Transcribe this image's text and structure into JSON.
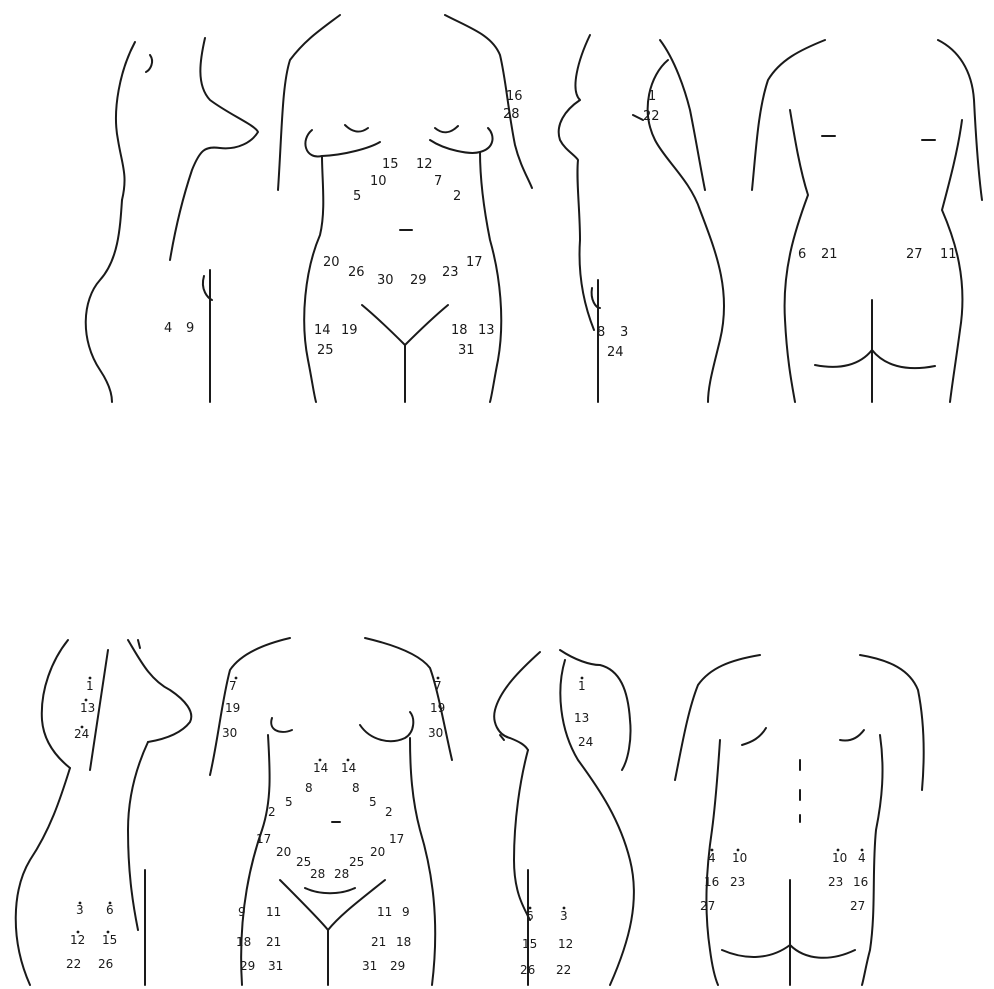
{
  "diagram": {
    "top_row": {
      "left_side_view": [
        "4",
        "9"
      ],
      "front_view": [
        "16",
        "28",
        "15",
        "12",
        "10",
        "7",
        "5",
        "2",
        "20",
        "17",
        "26",
        "30",
        "29",
        "23",
        "14",
        "19",
        "18",
        "13",
        "25",
        "31"
      ],
      "right_side_view": [
        "1",
        "22",
        "8",
        "3",
        "24"
      ],
      "back_view": [
        "6",
        "21",
        "27",
        "11"
      ]
    },
    "bottom_row": {
      "left_side_view": [
        "1",
        "13",
        "24",
        "3",
        "6",
        "12",
        "15",
        "22",
        "26"
      ],
      "front_view": [
        "7",
        "19",
        "30",
        "7",
        "19",
        "30",
        "14",
        "14",
        "8",
        "8",
        "2",
        "5",
        "5",
        "2",
        "17",
        "20",
        "25",
        "28",
        "28",
        "25",
        "20",
        "17",
        "9",
        "11",
        "11",
        "9",
        "18",
        "21",
        "21",
        "18",
        "29",
        "31",
        "31",
        "29"
      ],
      "right_side_view": [
        "1",
        "13",
        "24",
        "6",
        "3",
        "15",
        "12",
        "26",
        "22"
      ],
      "back_view": [
        "4",
        "10",
        "10",
        "4",
        "16",
        "23",
        "23",
        "16",
        "27",
        "27"
      ]
    }
  }
}
